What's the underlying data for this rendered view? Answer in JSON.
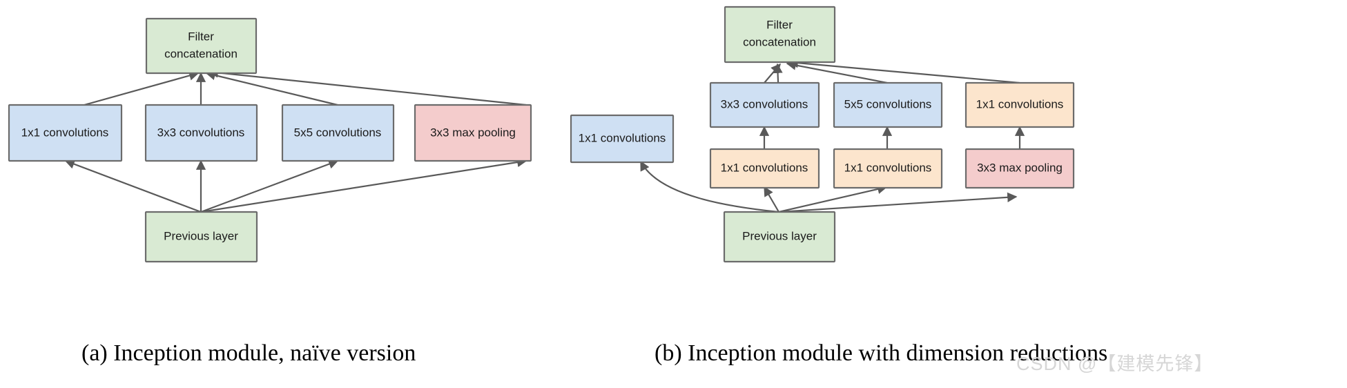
{
  "figure": {
    "title": "Inception module diagrams",
    "background_color": "#ffffff"
  },
  "palette": {
    "green": "#d9ead3",
    "blue": "#cfe0f3",
    "red": "#f4cccc",
    "yellow": "#fce5cd",
    "border": "#6b6b6b",
    "edge": "#595959",
    "text": "#1a1a1a"
  },
  "panel_a": {
    "caption": "(a) Inception module, naïve version",
    "nodes": {
      "filter_concatenation": "Filter concatenation",
      "filter_concatenation_line1": "Filter",
      "filter_concatenation_line2": "concatenation",
      "conv1x1": "1x1 convolutions",
      "conv3x3": "3x3 convolutions",
      "conv5x5": "5x5 convolutions",
      "maxpool3x3": "3x3 max pooling",
      "previous_layer": "Previous layer"
    }
  },
  "panel_b": {
    "caption": "(b) Inception module with dimension reductions",
    "nodes": {
      "filter_concatenation": "Filter concatenation",
      "filter_concatenation_line1": "Filter",
      "filter_concatenation_line2": "concatenation",
      "conv1x1_direct": "1x1 convolutions",
      "conv3x3": "3x3 convolutions",
      "conv5x5": "5x5 convolutions",
      "conv1x1_pool_branch": "1x1 convolutions",
      "reduce1x1_for_3x3": "1x1 convolutions",
      "reduce1x1_for_5x5": "1x1 convolutions",
      "maxpool3x3": "3x3 max pooling",
      "previous_layer": "Previous layer"
    }
  },
  "watermark": {
    "text": "CSDN @【建模先锋】"
  }
}
